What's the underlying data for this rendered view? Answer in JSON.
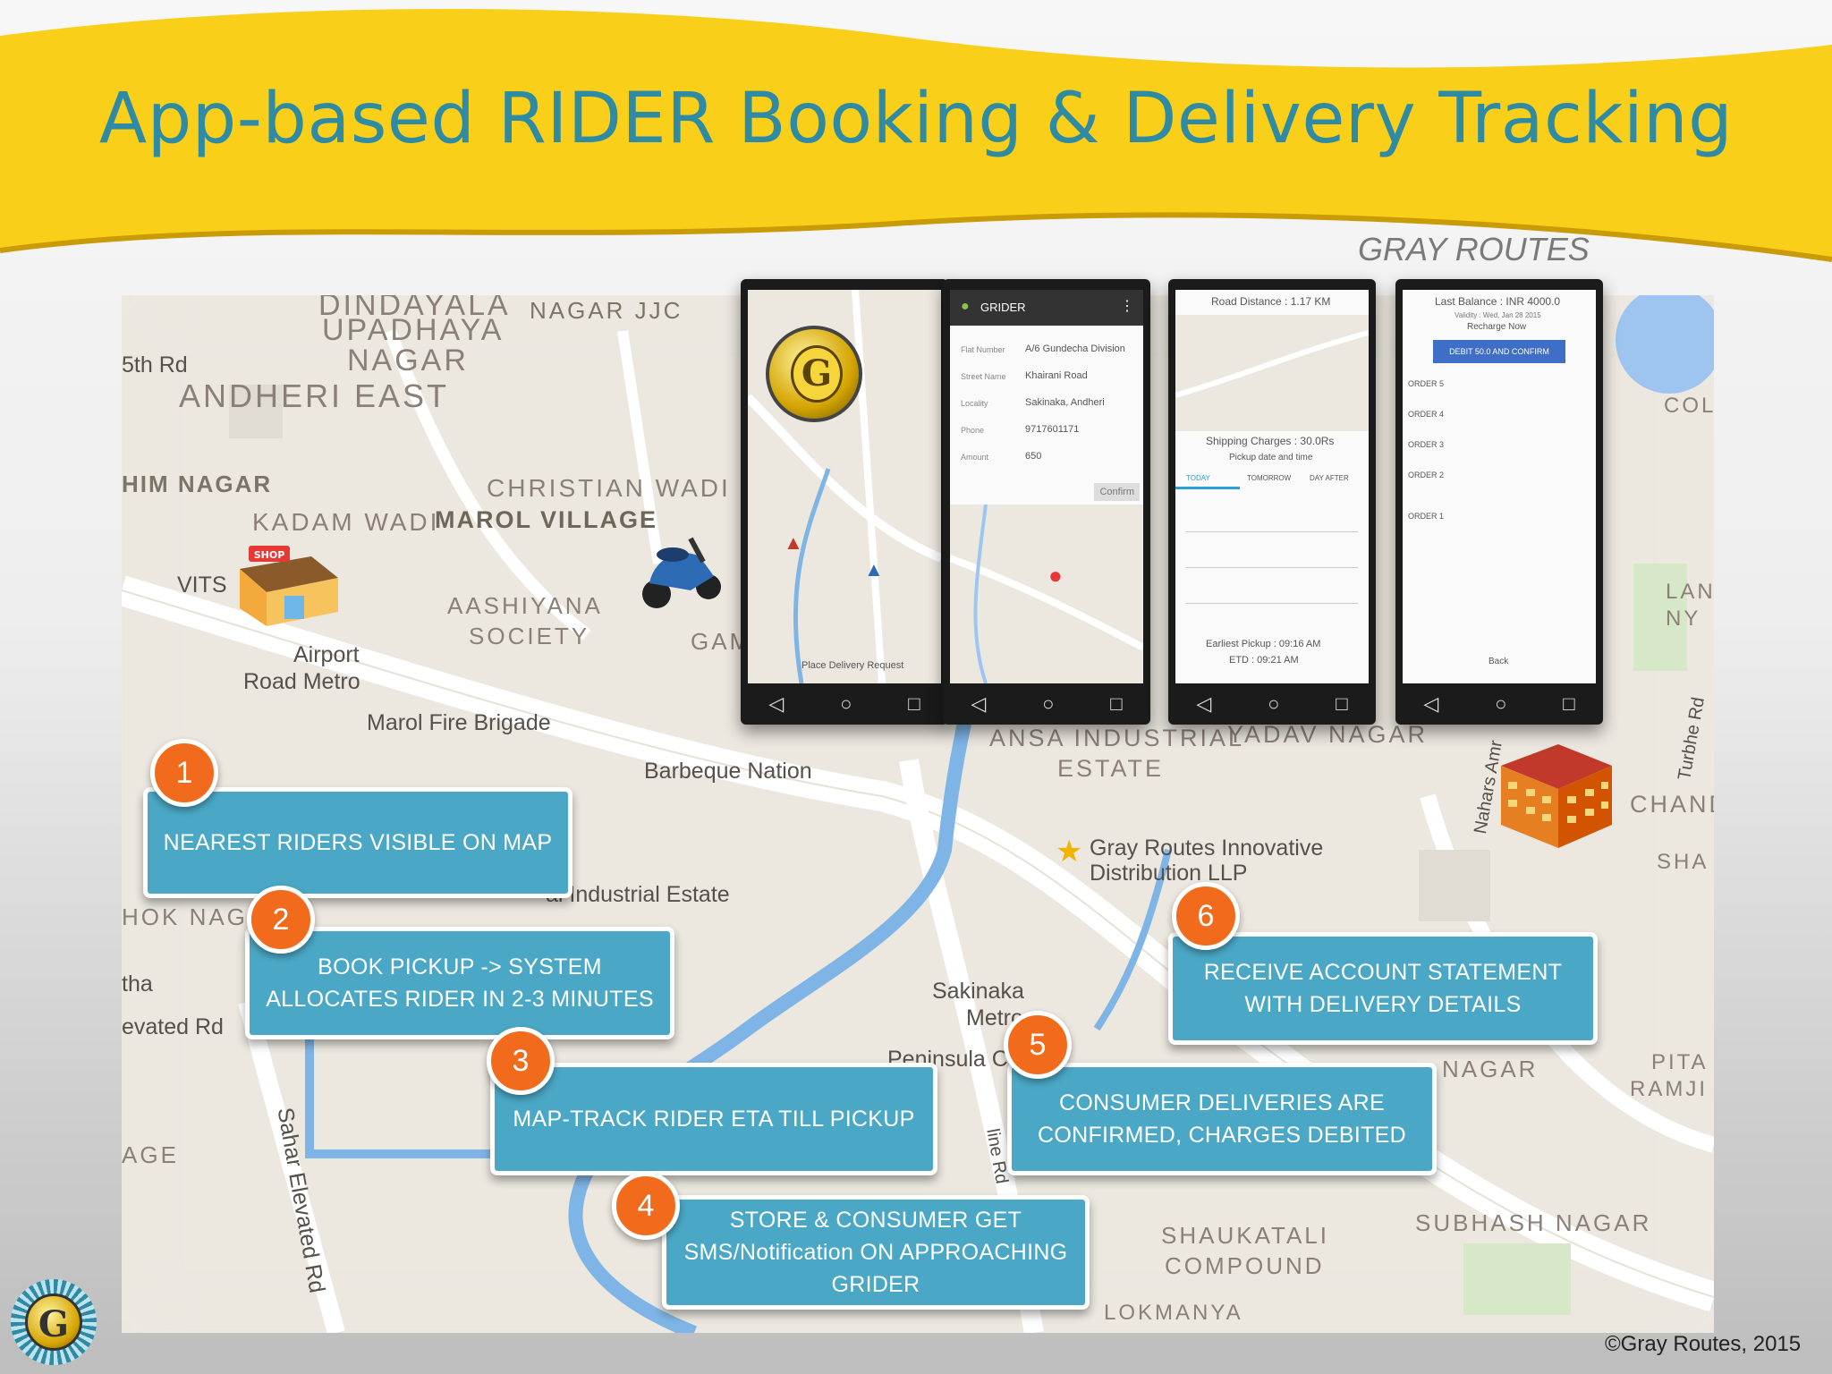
{
  "slide": {
    "title": "App-based RIDER Booking & Delivery Tracking",
    "brand_tag": "GRAY ROUTES",
    "copyright": "©Gray Routes, 2015"
  },
  "colors": {
    "banner": "#f9cf1a",
    "title": "#2f8ba3",
    "step_box": "#4aa8c6",
    "badge": "#f26a1b"
  },
  "map_labels": {
    "dindayala": "DINDAYALA",
    "upadhaya": "UPADHAYA",
    "nagar1": "NAGAR",
    "nagar_jjc": "NAGAR JJC",
    "andheri_east": "ANDHERI EAST",
    "him_nagar": "HIM NAGAR",
    "christian_wadi": "CHRISTIAN WADI",
    "kadam_wadi": "KADAM WADI",
    "marol_village": "MAROL VILLAGE",
    "vits": "VITS",
    "aashiyana": "AASHIYANA",
    "society": "SOCIETY",
    "gam": "GAM",
    "airport": "Airport",
    "road_metro": "Road Metro",
    "marol_fire": "Marol Fire Brigade",
    "barbeque": "Barbeque Nation",
    "ansa": "ANSA INDUSTRIAL",
    "estate": "ESTATE",
    "yadav_nagar": "YADAV NAGAR",
    "chand": "CHAND",
    "gray_routes_place": "Gray Routes Innovative",
    "distribution": "Distribution LLP",
    "industrial_estate": "al Industrial Estate",
    "hok_nag": "HOK NAG",
    "sakinaka": "Sakinaka",
    "metro": "Metro",
    "peninsula": "Peninsula C",
    "nagar2": "NAGAR",
    "pita": "PITA",
    "ramji": "RAMJI",
    "age": "AGE",
    "sahar": "Sahar Elevated Rd",
    "evated": "evated Rd",
    "shaukatali": "SHAUKATALI",
    "compound": "COMPOUND",
    "subhash": "SUBHASH NAGAR",
    "lokmanya": "LOKMANYA",
    "sth_rd": "5th Rd",
    "tha": "tha",
    "col": "COL",
    "lan": "LAN",
    "ny": "NY",
    "turbhe": "Turbhe Rd",
    "sha": "SHA",
    "nahars": "Nahars Amr",
    "line_rd": "line Rd"
  },
  "phones": {
    "p1": {
      "button": "Place Delivery Request"
    },
    "p2": {
      "app_name": "GRIDER",
      "fields": [
        {
          "k": "Flat Number",
          "v": "A/6 Gundecha Division"
        },
        {
          "k": "Street Name",
          "v": "Khairani Road"
        },
        {
          "k": "Locality",
          "v": "Sakinaka, Andheri"
        },
        {
          "k": "Phone",
          "v": "9717601171"
        },
        {
          "k": "Amount",
          "v": "650"
        }
      ],
      "confirm": "Confirm"
    },
    "p3": {
      "road_distance": "Road Distance : 1.17 KM",
      "shipping": "Shipping Charges : 30.0Rs",
      "pickup_label": "Pickup date and time",
      "tabs": [
        "TODAY",
        "TOMORROW",
        "DAY AFTER"
      ],
      "earliest": "Earliest Pickup : 09:16 AM",
      "eta": "ETD : 09:21 AM"
    },
    "p4": {
      "balance": "Last Balance : INR 4000.0",
      "validity": "Validity : Wed, Jan 28 2015",
      "recharge": "Recharge Now",
      "button": "DEBIT 50.0 AND CONFIRM",
      "orders": [
        "ORDER 5",
        "ORDER 4",
        "ORDER 3",
        "ORDER 2",
        "ORDER 1"
      ],
      "back": "Back"
    }
  },
  "steps": [
    {
      "num": "1",
      "text": "NEAREST RIDERS VISIBLE ON MAP"
    },
    {
      "num": "2",
      "text": "BOOK PICKUP -> SYSTEM ALLOCATES RIDER IN 2-3 MINUTES"
    },
    {
      "num": "3",
      "text": "MAP-TRACK RIDER ETA TILL PICKUP"
    },
    {
      "num": "4",
      "text": "STORE & CONSUMER GET SMS/Notification ON APPROACHING GRIDER"
    },
    {
      "num": "5",
      "text": "CONSUMER DELIVERIES ARE CONFIRMED, CHARGES DEBITED"
    },
    {
      "num": "6",
      "text": "RECEIVE ACCOUNT STATEMENT WITH DELIVERY DETAILS"
    }
  ],
  "icons": {
    "shop": "shop-icon",
    "scooter": "scooter-icon",
    "building": "building-icon",
    "star": "star-icon",
    "logo": "g-logo-icon"
  },
  "shop_sign": "SHOP",
  "logo_letter": "G"
}
